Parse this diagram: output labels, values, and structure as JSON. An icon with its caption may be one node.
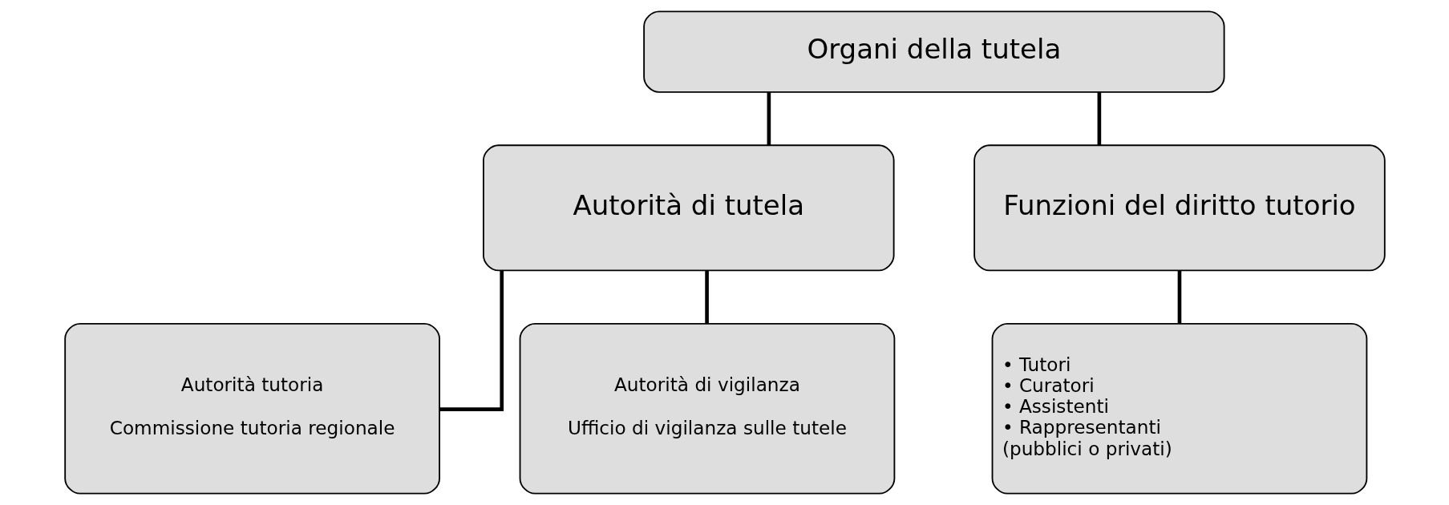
{
  "diagram": {
    "nodes": [
      {
        "text": [
          "Organi della tutela"
        ]
      },
      {
        "text": [
          "Autorità di tutela"
        ]
      },
      {
        "text": [
          "Funzioni del diritto tutorio"
        ]
      },
      {
        "text": [
          "Autorità tutoria",
          "Commissione tutoria regionale"
        ]
      },
      {
        "text": [
          "Autorità di vigilanza",
          "Ufficio di vigilanza sulle tutele"
        ]
      },
      {
        "text": [
          "• Tutori",
          "• Curatori",
          "• Assistenti",
          "• Rappresentanti",
          "(pubblici o privati)"
        ]
      }
    ],
    "edges": [
      {
        "from": 0,
        "to": 1,
        "arrow": "none"
      },
      {
        "from": 0,
        "to": 2,
        "arrow": "none"
      },
      {
        "from": 1,
        "to": 3,
        "arrow": "none"
      },
      {
        "from": 1,
        "to": 4,
        "arrow": "none"
      },
      {
        "from": 2,
        "to": 5,
        "arrow": "none"
      }
    ]
  }
}
